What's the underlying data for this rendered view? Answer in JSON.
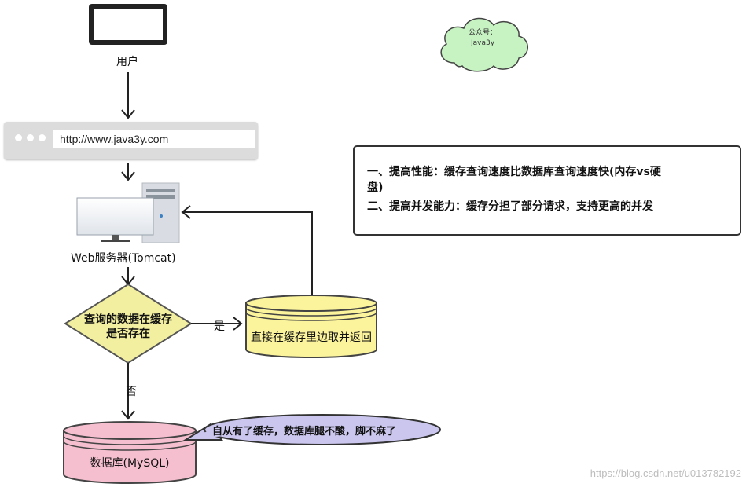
{
  "user": {
    "label": "用户"
  },
  "browser": {
    "url": "http://www.java3y.com"
  },
  "server": {
    "label": "Web服务器(Tomcat)"
  },
  "decision": {
    "line1": "查询的数据在缓存",
    "line2": "是否存在"
  },
  "edges": {
    "yes": "是",
    "no": "否"
  },
  "cache": {
    "label": "直接在缓存里边取并返回"
  },
  "database": {
    "label": "数据库(MySQL)"
  },
  "speech": {
    "text": "自从有了缓存，数据库腿不酸，脚不麻了"
  },
  "cloud": {
    "line1": "公众号：",
    "line2": "Java3y"
  },
  "info": {
    "line1": "一、提高性能：缓存查询速度比数据库查询速度快(内存vs硬",
    "line2": "盘)",
    "line3": "二、提高并发能力：缓存分担了部分请求，支持更高的并发"
  },
  "watermark": {
    "text": "https://blog.csdn.net/u013782192"
  },
  "colors": {
    "decision_fill": "#f2efa0",
    "cache_fill": "#fbf49c",
    "database_fill": "#f5bfd0",
    "speech_fill": "#cac6ee",
    "cloud_fill": "#c7f3c3"
  }
}
